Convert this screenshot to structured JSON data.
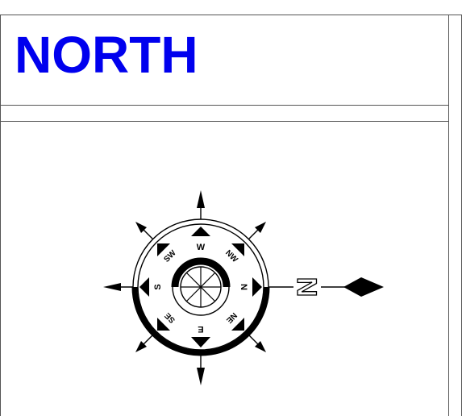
{
  "header": {
    "title": "NORTH",
    "title_color": "#0000ee"
  },
  "compass": {
    "labels": {
      "w": "W",
      "s": "S",
      "n": "N",
      "e": "E",
      "sw": "SW",
      "nw": "NW",
      "se": "SE",
      "ne": "NE",
      "north_indicator": "N"
    }
  }
}
